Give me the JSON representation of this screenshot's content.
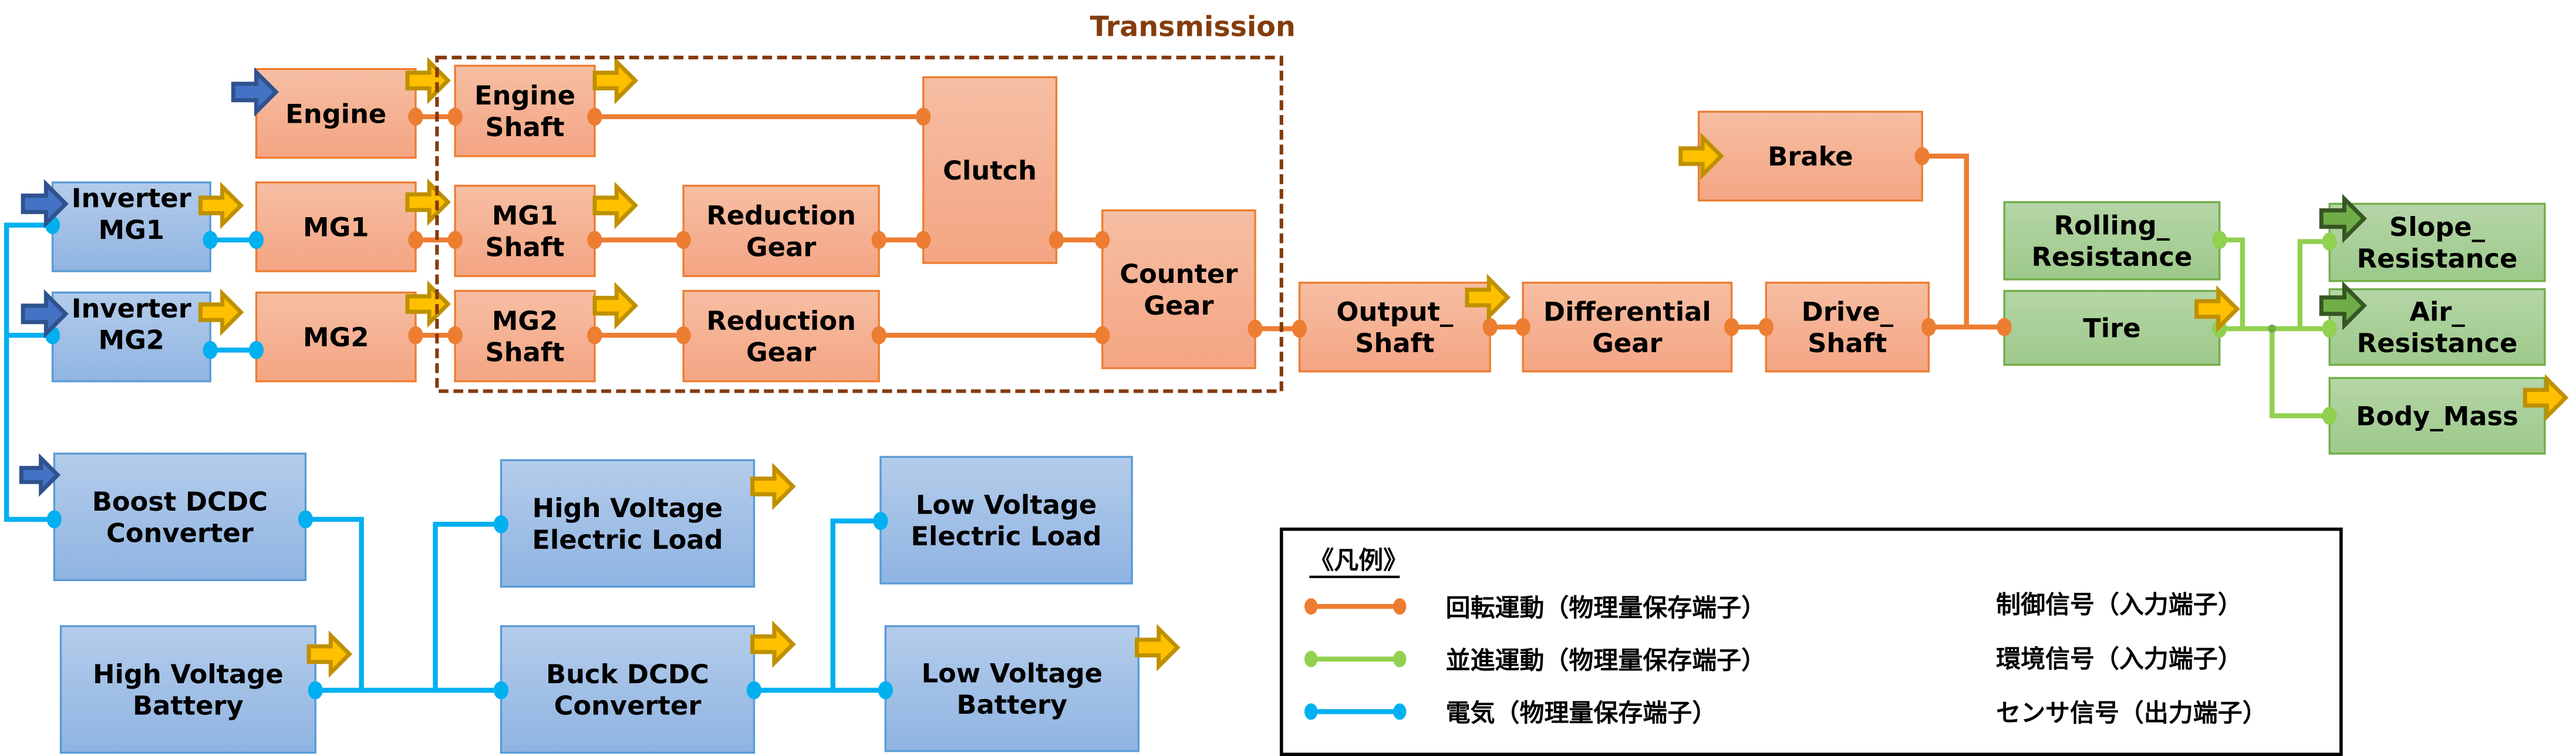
{
  "colors": {
    "rotation": "#ED7D31",
    "translation": "#92D050",
    "electric": "#00B0F0",
    "control_arrow_fill": "#4472C4",
    "control_arrow_stroke": "#2F528F",
    "env_arrow_fill": "#70AD47",
    "env_arrow_stroke": "#375623",
    "sensor_arrow_fill": "#FFC000",
    "sensor_arrow_stroke": "#BF9000",
    "transmission_border": "#843C0C"
  },
  "transmission": {
    "title": "Transmission"
  },
  "blocks": {
    "engine": {
      "lines": [
        "Engine"
      ],
      "type": "rotation"
    },
    "engine_shaft": {
      "lines": [
        "Engine",
        "Shaft"
      ],
      "type": "rotation"
    },
    "inverter_mg1": {
      "lines": [
        "Inverter",
        "MG1"
      ],
      "type": "electric"
    },
    "mg1": {
      "lines": [
        "MG1"
      ],
      "type": "rotation"
    },
    "mg1_shaft": {
      "lines": [
        "MG1",
        "Shaft"
      ],
      "type": "rotation"
    },
    "inverter_mg2": {
      "lines": [
        "Inverter",
        "MG2"
      ],
      "type": "electric"
    },
    "mg2": {
      "lines": [
        "MG2"
      ],
      "type": "rotation"
    },
    "mg2_shaft": {
      "lines": [
        "MG2",
        "Shaft"
      ],
      "type": "rotation"
    },
    "reduction_gear_1": {
      "lines": [
        "Reduction",
        "Gear"
      ],
      "type": "rotation"
    },
    "reduction_gear_2": {
      "lines": [
        "Reduction",
        "Gear"
      ],
      "type": "rotation"
    },
    "clutch": {
      "lines": [
        "Clutch"
      ],
      "type": "rotation"
    },
    "counter_gear": {
      "lines": [
        "Counter",
        "Gear"
      ],
      "type": "rotation"
    },
    "output_shaft": {
      "lines": [
        "Output_",
        "Shaft"
      ],
      "type": "rotation"
    },
    "differential_gear": {
      "lines": [
        "Differential",
        "Gear"
      ],
      "type": "rotation"
    },
    "drive_shaft": {
      "lines": [
        "Drive_",
        "Shaft"
      ],
      "type": "rotation"
    },
    "brake": {
      "lines": [
        "Brake"
      ],
      "type": "rotation"
    },
    "rolling_resistance": {
      "lines": [
        "Rolling_",
        "Resistance"
      ],
      "type": "translation"
    },
    "tire": {
      "lines": [
        "Tire"
      ],
      "type": "translation"
    },
    "slope_resistance": {
      "lines": [
        "Slope_",
        "Resistance"
      ],
      "type": "translation"
    },
    "air_resistance": {
      "lines": [
        "Air_",
        "Resistance"
      ],
      "type": "translation"
    },
    "body_mass": {
      "lines": [
        "Body_Mass"
      ],
      "type": "translation"
    },
    "boost_dcdc": {
      "lines": [
        "Boost DCDC",
        "Converter"
      ],
      "type": "electric"
    },
    "hv_battery": {
      "lines": [
        "High Voltage",
        "Battery"
      ],
      "type": "electric"
    },
    "hv_load": {
      "lines": [
        "High Voltage",
        "Electric Load"
      ],
      "type": "electric"
    },
    "buck_dcdc": {
      "lines": [
        "Buck DCDC",
        "Converter"
      ],
      "type": "electric"
    },
    "lv_load": {
      "lines": [
        "Low Voltage",
        "Electric Load"
      ],
      "type": "electric"
    },
    "lv_battery": {
      "lines": [
        "Low Voltage",
        "Battery"
      ],
      "type": "electric"
    }
  },
  "legend": {
    "title": "《凡例》",
    "connections": [
      {
        "label": "回転運動（物理量保存端子）",
        "kind": "rotation"
      },
      {
        "label": "並進運動（物理量保存端子）",
        "kind": "translation"
      },
      {
        "label": "電気（物理量保存端子）",
        "kind": "electric"
      }
    ],
    "signals": [
      {
        "label": "制御信号（入力端子）",
        "kind": "control"
      },
      {
        "label": "環境信号（入力端子）",
        "kind": "environment"
      },
      {
        "label": "センサ信号（出力端子）",
        "kind": "sensor"
      }
    ]
  }
}
